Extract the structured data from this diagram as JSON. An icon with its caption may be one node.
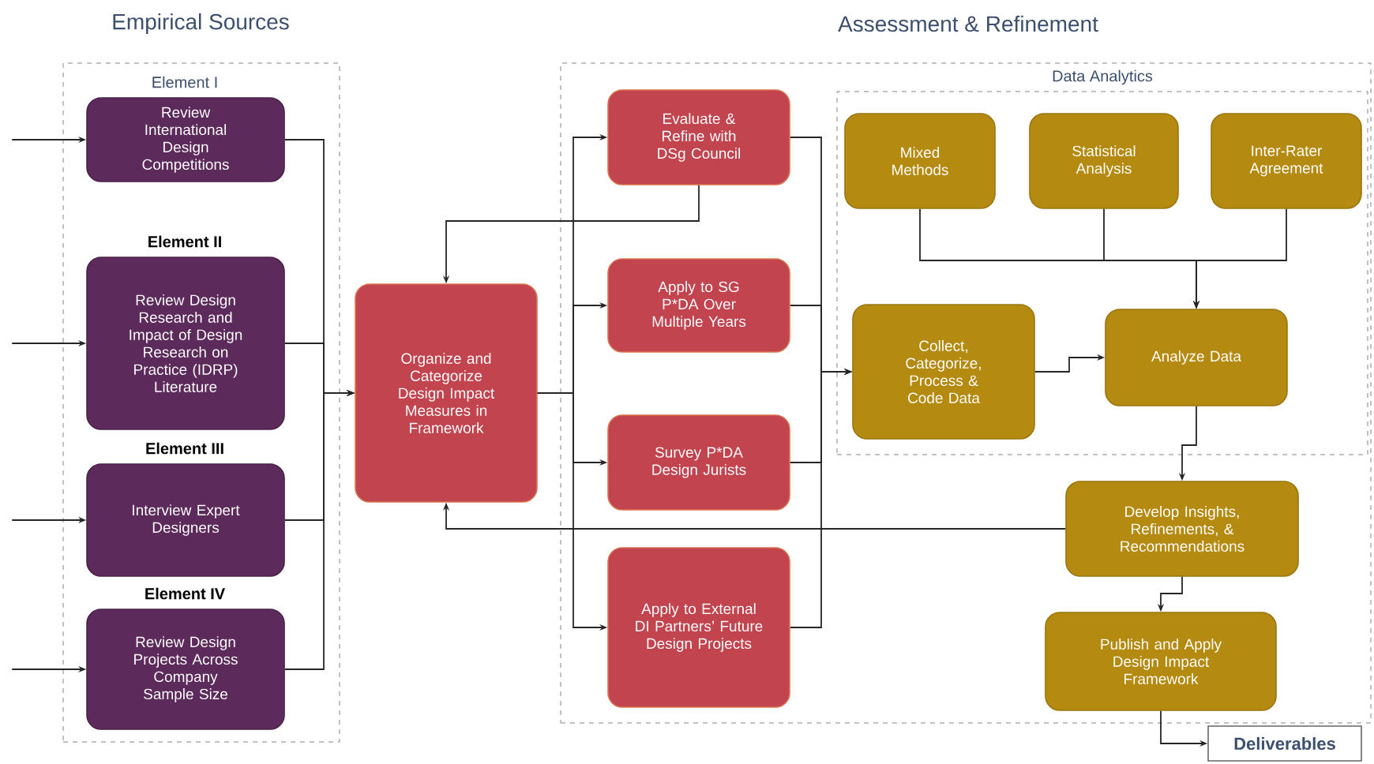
{
  "diagram": {
    "nodes": [
      {
        "text": [
          "Empirical Sources"
        ]
      },
      {
        "text": [
          "Review International Design Competitions"
        ],
        "in": 0,
        "beside": [
          "Element I"
        ]
      },
      {
        "text": [
          "Review Design Research and Impact of Design Research on Practice (IDRP) Literature"
        ],
        "in": 0,
        "beside": [
          "Element II"
        ]
      },
      {
        "text": [
          "Interview Expert Designers"
        ],
        "in": 0,
        "beside": [
          "Element III"
        ]
      },
      {
        "text": [
          "Review Design Projects Across Company Sample Size"
        ],
        "in": 0,
        "beside": [
          "Element IV"
        ]
      },
      {
        "text": [
          "Organize and Categorize Design Impact Measures in Framework"
        ]
      },
      {
        "text": [
          "Assessment & Refinement"
        ]
      },
      {
        "text": [
          "Evaluate & Refine with DSg Council"
        ],
        "in": 6
      },
      {
        "text": [
          "Apply to SG P*DA Over Multiple Years"
        ],
        "in": 6
      },
      {
        "text": [
          "Survey P*DA Design Jurists"
        ],
        "in": 6
      },
      {
        "text": [
          "Apply to External DI Partners’ Future Design Projects"
        ],
        "in": 6
      },
      {
        "text": [
          "Data Analytics"
        ],
        "in": 6
      },
      {
        "text": [
          "Mixed Methods"
        ],
        "in": 11
      },
      {
        "text": [
          "Statistical Analysis"
        ],
        "in": 11
      },
      {
        "text": [
          "Inter-Rater Agreement"
        ],
        "in": 11
      },
      {
        "text": [
          "Collect, Categorize, Process & Code Data"
        ],
        "in": 11
      },
      {
        "text": [
          "Analyze Data"
        ],
        "in": 11
      },
      {
        "text": [
          "Develop Insights, Refinements, & Recommendations"
        ],
        "in": 6
      },
      {
        "text": [
          "Publish and Apply Design Impact Framework"
        ],
        "in": 6
      },
      {
        "text": [
          "Deliverables"
        ]
      }
    ],
    "edges": [
      {
        "from": null,
        "to": 1,
        "arrow": "to"
      },
      {
        "from": null,
        "to": 2,
        "arrow": "to"
      },
      {
        "from": null,
        "to": 3,
        "arrow": "to"
      },
      {
        "from": null,
        "to": 4,
        "arrow": "to"
      },
      {
        "from": 1,
        "to": 5,
        "arrow": "to"
      },
      {
        "from": 2,
        "to": 5,
        "arrow": "to"
      },
      {
        "from": 3,
        "to": 5,
        "arrow": "to"
      },
      {
        "from": 4,
        "to": 5,
        "arrow": "to"
      },
      {
        "from": 5,
        "to": 7,
        "arrow": "to"
      },
      {
        "from": 5,
        "to": 8,
        "arrow": "to"
      },
      {
        "from": 5,
        "to": 9,
        "arrow": "to"
      },
      {
        "from": 5,
        "to": 10,
        "arrow": "to"
      },
      {
        "from": 7,
        "to": 5,
        "arrow": "to"
      },
      {
        "from": 7,
        "to": 15,
        "arrow": "to"
      },
      {
        "from": 8,
        "to": 15,
        "arrow": "to"
      },
      {
        "from": 9,
        "to": 15,
        "arrow": "to"
      },
      {
        "from": 10,
        "to": 15,
        "arrow": "to"
      },
      {
        "from": 12,
        "to": 16,
        "arrow": "to"
      },
      {
        "from": 13,
        "to": 16,
        "arrow": "to"
      },
      {
        "from": 14,
        "to": 16,
        "arrow": "to"
      },
      {
        "from": 15,
        "to": 16,
        "arrow": "to"
      },
      {
        "from": 16,
        "to": 17,
        "arrow": "to"
      },
      {
        "from": 17,
        "to": 5,
        "arrow": "to"
      },
      {
        "from": 17,
        "to": 18,
        "arrow": "to"
      },
      {
        "from": 18,
        "to": 19,
        "arrow": "to"
      }
    ]
  }
}
